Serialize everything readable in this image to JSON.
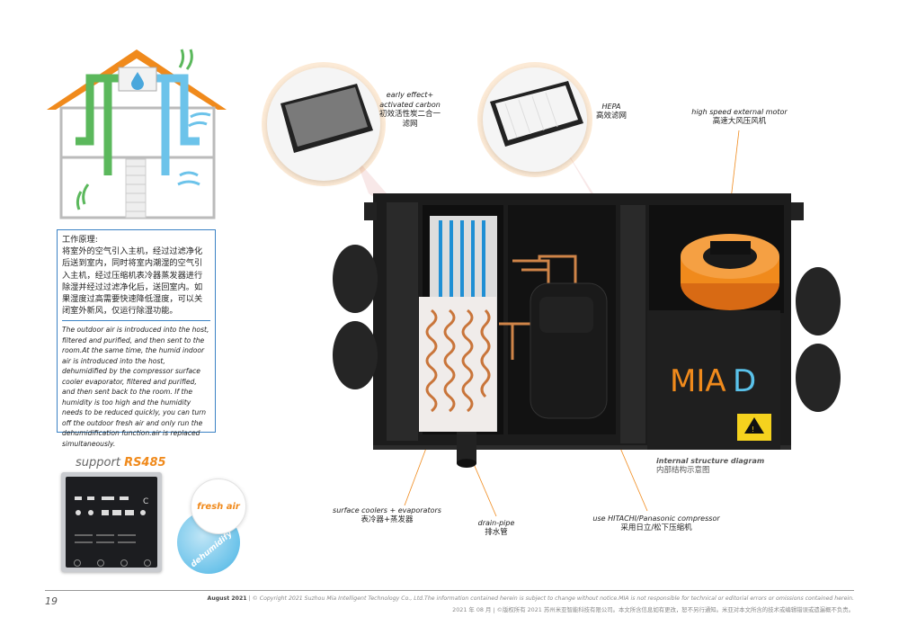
{
  "principle": {
    "cn_title": "工作原理:",
    "cn_body": "将室外的空气引入主机，经过过滤净化后送到室内，同时将室内潮湿的空气引入主机，经过压缩机表冷器蒸发器进行除湿并经过过滤净化后，送回室内。如果湿度过高需要快速降低湿度，可以关闭室外新风，仅运行除湿功能。",
    "en_body": "The outdoor air is introduced into the host, filtered and purified, and then sent to the room.At the same time, the humid indoor air is introduced into the host, dehumidified by the compressor surface cooler evaporator, filtered and purified, and then sent back to the room. If the humidity is too high and the humidity needs to be reduced quickly, you can turn off the outdoor fresh air and only run the dehumidification function.air is replaced simultaneously."
  },
  "rs485": {
    "prefix": "support",
    "highlight": "RS485"
  },
  "badges": {
    "fresh_air": "fresh air",
    "dehumidify": "dehumidify"
  },
  "callouts": {
    "filter1": {
      "en": "early effect+ activated carbon",
      "cn": "初效活性炭二合一滤网"
    },
    "hepa": {
      "en": "HEPA",
      "cn": "高效滤网"
    },
    "motor": {
      "en": "high speed external motor",
      "cn": "高速大风压风机"
    },
    "structure": {
      "en": "internal structure diagram",
      "cn": "内部结构示意图"
    },
    "coolers": {
      "en": "surface coolers + evaporators",
      "cn": "表冷器+蒸发器"
    },
    "drain": {
      "en": "drain-pipe",
      "cn": "排水管"
    },
    "compressor": {
      "en": "use HITACHI/Panasonic compressor",
      "cn": "采用日立/松下压缩机"
    }
  },
  "logo": "MIAD",
  "footer": {
    "page": "19",
    "date": "August 2021",
    "en": "| © Copyright 2021 Suzhou Mia Intelligent Technology Co., Ltd.The information contained herein is subject to change without notice.MIA is not responsible for technical or editorial errors or omissions contained herein.",
    "cn": "2021 年 08 月 | ©版权所有 2021 苏州米亚智能科技有限公司。本文所含信息如有更改，恕不另行通知。米亚对本文所含的技术或编辑错误或遗漏概不负责。"
  },
  "colors": {
    "orange": "#f08a1c",
    "blue": "#3b82c4",
    "green": "#5bb85c",
    "lightblue": "#6cc3ea"
  }
}
